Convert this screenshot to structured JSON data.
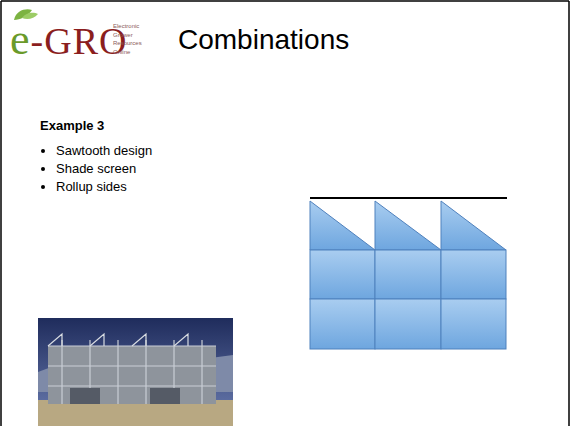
{
  "diagram": {
    "title": "Combinations",
    "labels": [
      "e-GRO",
      "Electronic Grower Resources Online",
      "Example 3",
      "Sawtooth design",
      "Shade screen",
      "Rollup sides"
    ]
  }
}
